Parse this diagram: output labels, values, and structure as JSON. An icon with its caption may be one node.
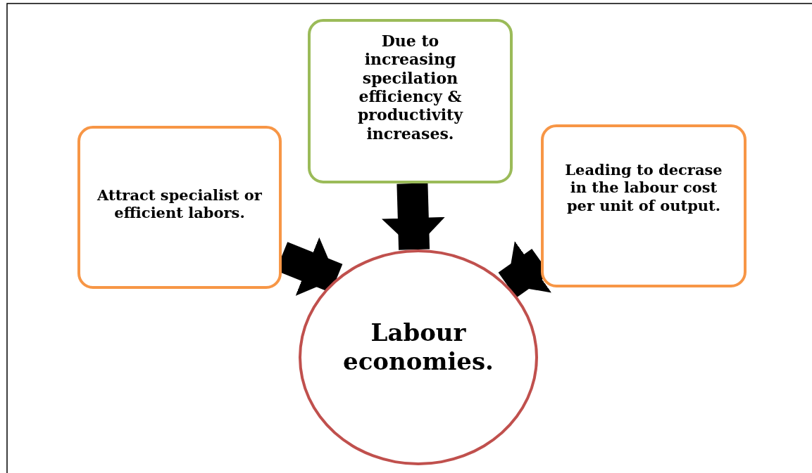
{
  "diagram": {
    "nodes": [
      {
        "text": [
          "Due to increasing specilation efficiency & productivity increases."
        ]
      },
      {
        "text": [
          "Attract specialist or efficient labors."
        ]
      },
      {
        "text": [
          "Leading to decrase in the labour cost per unit of output."
        ]
      },
      {
        "text": [
          "Labour economies."
        ]
      }
    ],
    "edges": [
      {
        "from": 0,
        "to": 3,
        "arrow": "to"
      },
      {
        "from": 1,
        "to": 3,
        "arrow": "to"
      },
      {
        "from": 2,
        "to": 3,
        "arrow": "to"
      }
    ]
  }
}
